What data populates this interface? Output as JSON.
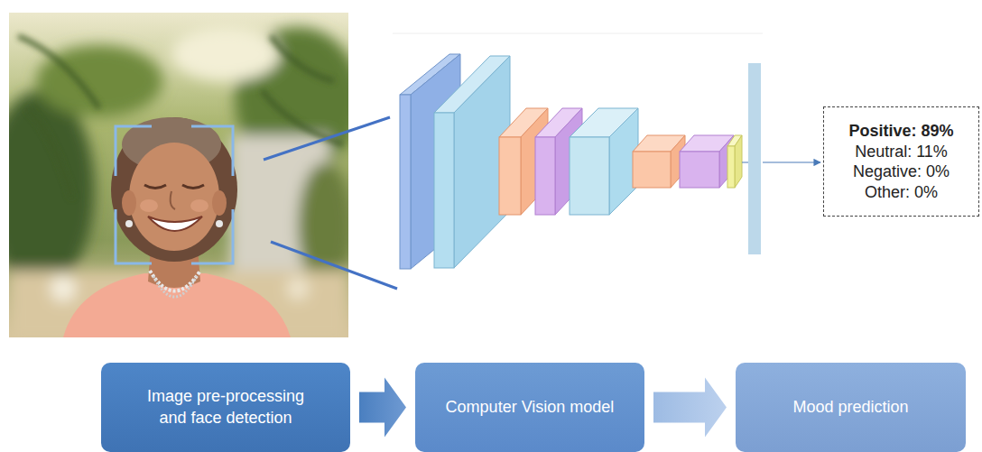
{
  "diagram": {
    "nodes": [
      {
        "text": [
          "Positive: 89%",
          "Neutral: 11%",
          "Negative: 0%",
          "Other: 0%"
        ]
      },
      {
        "text": [
          "Image pre-processing and face detection"
        ]
      },
      {
        "text": [
          "Computer Vision model"
        ]
      },
      {
        "text": [
          "Mood prediction"
        ]
      }
    ],
    "edges": [
      {
        "from": 1,
        "to": 2,
        "arrow": "to"
      },
      {
        "from": 2,
        "to": 3,
        "arrow": "to"
      }
    ]
  }
}
